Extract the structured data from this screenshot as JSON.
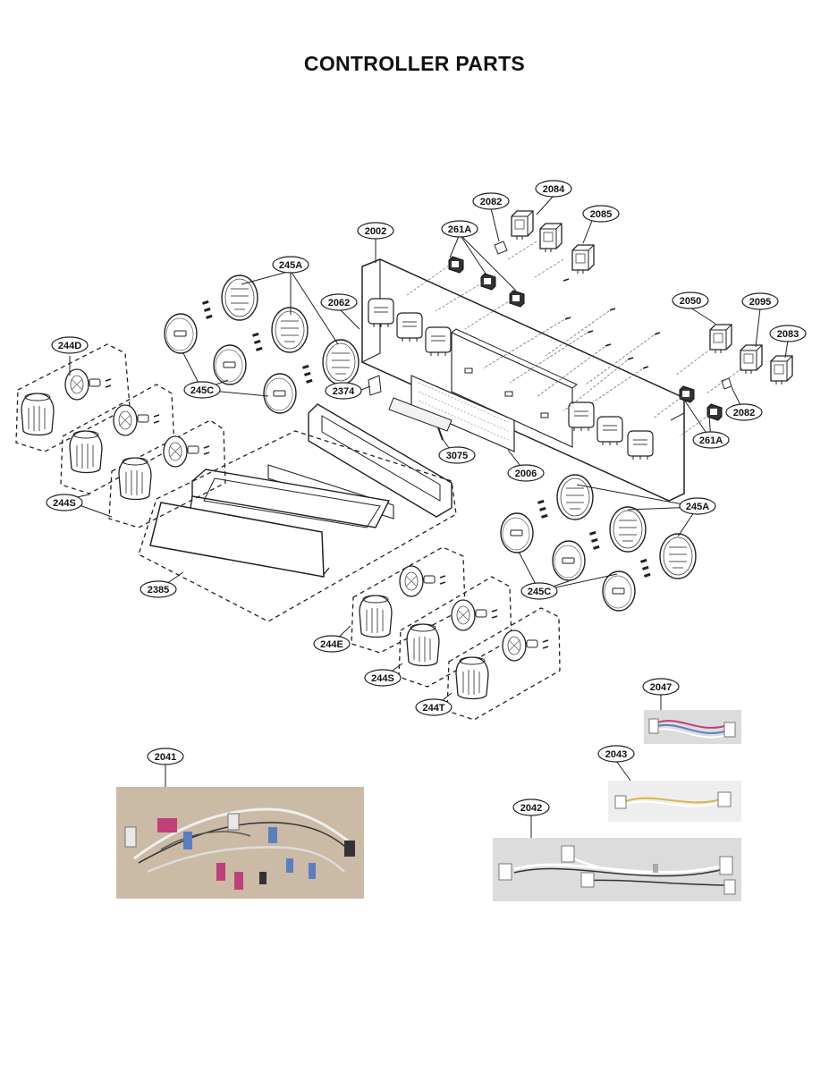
{
  "title": "CONTROLLER PARTS",
  "labels": {
    "l2084": "2084",
    "l2082a": "2082",
    "l2085": "2085",
    "l261a1": "261A",
    "l2002": "2002",
    "l245a1": "245A",
    "l2062": "2062",
    "l2050": "2050",
    "l2095": "2095",
    "l2083": "2083",
    "l244d": "244D",
    "l245c1": "245C",
    "l2374": "2374",
    "l2082b": "2082",
    "l261a2": "261A",
    "l3075": "3075",
    "l2006": "2006",
    "l244s1": "244S",
    "l245a2": "245A",
    "l2385": "2385",
    "l245c2": "245C",
    "l244e": "244E",
    "l244s2": "244S",
    "l244t": "244T",
    "l2047": "2047",
    "l2043": "2043",
    "l2041": "2041",
    "l2042": "2042"
  },
  "colors": {
    "line": "#222222",
    "photo_bg": "#cbbaa5",
    "photo_bg_light": "#dcdcdc",
    "wire_pink": "#c0407a",
    "wire_blue": "#5a7fc0"
  }
}
